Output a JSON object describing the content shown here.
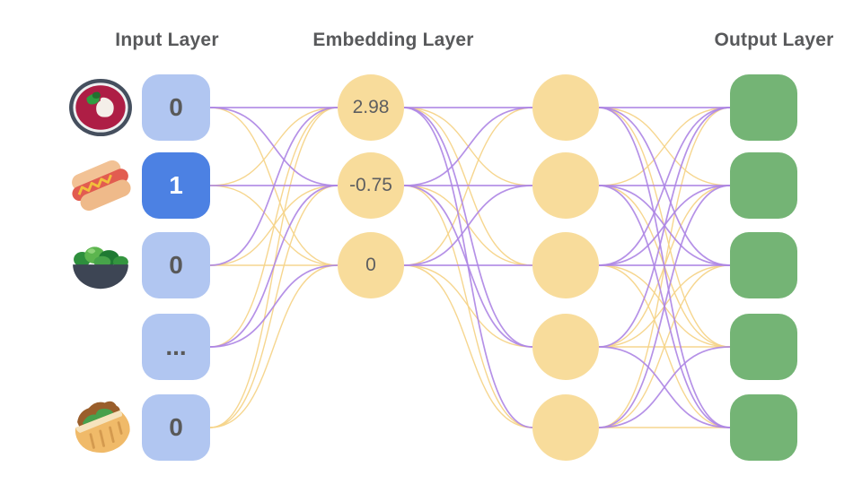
{
  "titles": [
    {
      "text": "Input Layer"
    },
    {
      "text": "Embedding Layer"
    },
    {
      "text": "Output Layer"
    }
  ],
  "colors": {
    "title_text": "#58595b",
    "input_box": "#b1c6f1",
    "input_box_active": "#4c81e3",
    "input_text": "#595959",
    "input_text_active": "#ffffff",
    "node_yellow": "#f8dc9b",
    "node_text": "#5d5e60",
    "output_green": "#74b475",
    "edge_purple": "#ad85e4",
    "edge_yellow": "#f6d489"
  },
  "input_layer": {
    "rows": [
      {
        "icon": "borscht-icon",
        "value": "0",
        "active": false
      },
      {
        "icon": "hot-dog-icon",
        "value": "1",
        "active": true
      },
      {
        "icon": "green-salad-icon",
        "value": "0",
        "active": false
      },
      {
        "icon": null,
        "value": "...",
        "active": false
      },
      {
        "icon": "stuffed-flatbread-icon",
        "value": "0",
        "active": false
      }
    ]
  },
  "embedding_layer": {
    "values": [
      "2.98",
      "-0.75",
      "0"
    ]
  },
  "hidden_layer": {
    "count": 5
  },
  "output_layer": {
    "count": 5
  },
  "edges": {
    "input_to_embedding": [
      [
        "P",
        "P",
        "Y"
      ],
      [
        "Y",
        "P",
        "Y"
      ],
      [
        "P",
        "Y",
        "Y"
      ],
      [
        "Y",
        "P",
        "P"
      ],
      [
        "Y",
        "Y",
        "Y"
      ]
    ],
    "embedding_to_hidden": [
      [
        "P",
        "Y",
        "Y",
        "P",
        "P"
      ],
      [
        "P",
        "P",
        "Y",
        "P",
        "Y"
      ],
      [
        "Y",
        "P",
        "P",
        "Y",
        "Y"
      ]
    ],
    "hidden_to_output": [
      [
        "P",
        "Y",
        "P",
        "Y",
        "P"
      ],
      [
        "Y",
        "P",
        "P",
        "Y",
        "P"
      ],
      [
        "P",
        "P",
        "P",
        "Y",
        "Y"
      ],
      [
        "P",
        "Y",
        "Y",
        "Y",
        "P"
      ],
      [
        "Y",
        "P",
        "Y",
        "P",
        "Y"
      ]
    ]
  }
}
